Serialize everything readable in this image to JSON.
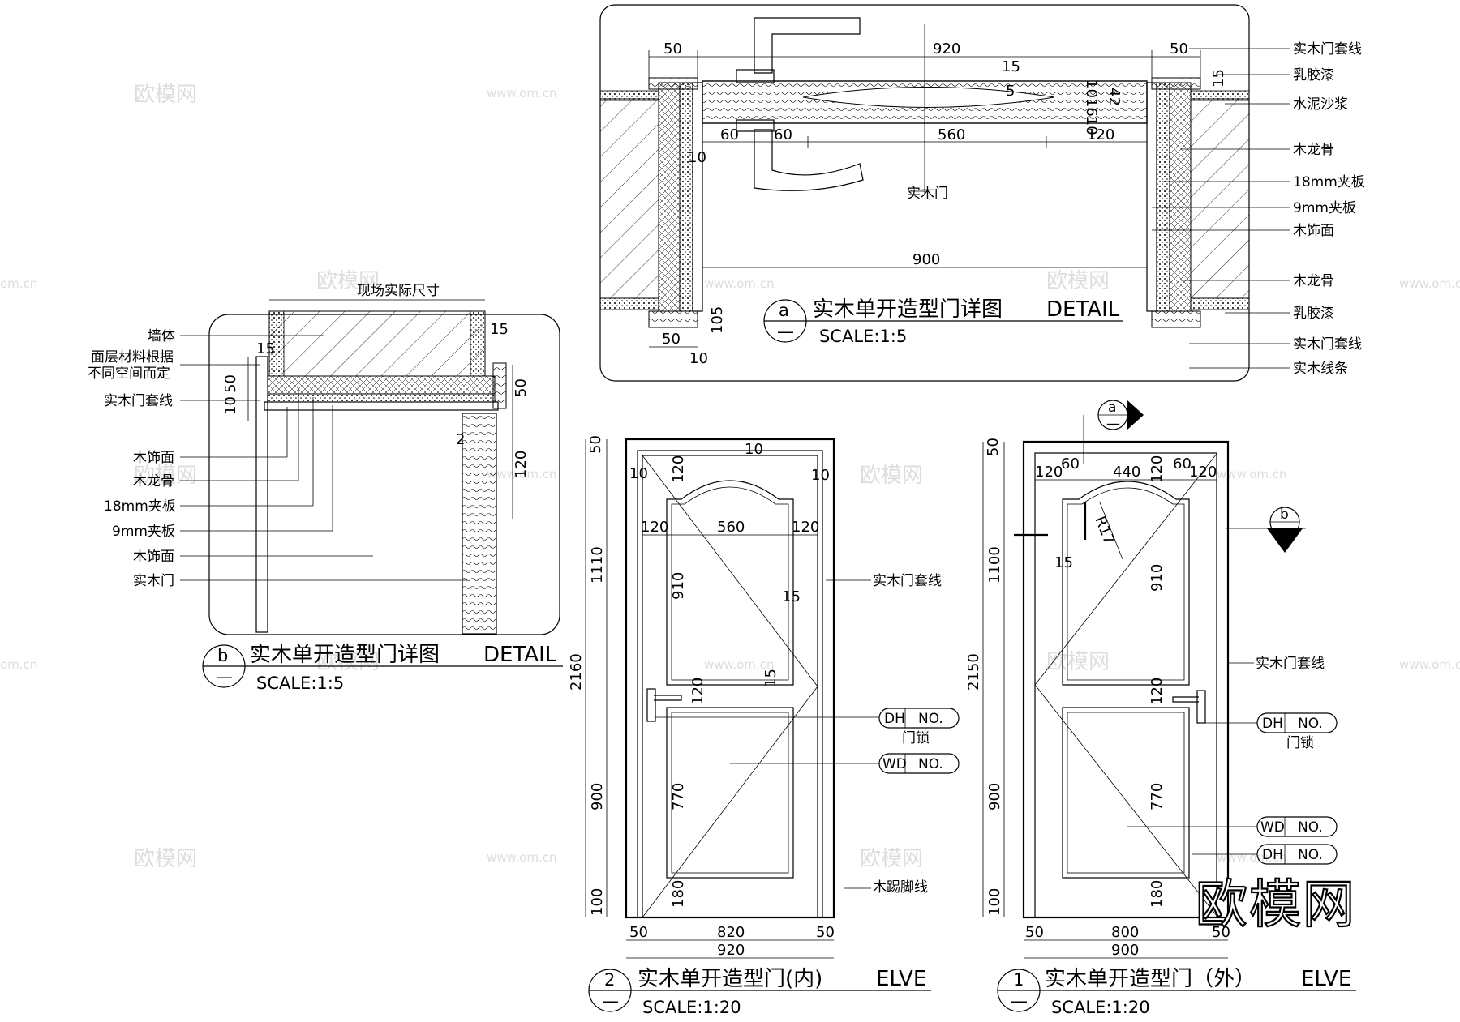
{
  "watermarks": {
    "brand": "欧模网",
    "url": "www.om.cn",
    "url2": "om.cn",
    "corner_logo": "欧模网"
  },
  "detail_a": {
    "marker": "a",
    "marker_sub": "—",
    "title": "实木单开造型门详图",
    "title_en": "DETAIL",
    "scale": "SCALE:1:5",
    "dims": {
      "d50l": "50",
      "d920": "920",
      "d50r": "50",
      "d15": "15",
      "d5": "5",
      "d101610": "101610",
      "d42": "42",
      "d60a": "60",
      "d60b": "60",
      "d560": "560",
      "d120": "120",
      "d10": "10",
      "d900": "900",
      "d50b": "50",
      "d10b": "10",
      "d105": "105",
      "d15r": "15"
    },
    "door_label": "实木门",
    "labels": [
      "实木门套线",
      "乳胶漆",
      "水泥沙浆",
      "木龙骨",
      "18mm夹板",
      "9mm夹板",
      "木饰面",
      "木龙骨",
      "乳胶漆",
      "实木门套线",
      "实木线条"
    ]
  },
  "detail_b": {
    "marker": "b",
    "marker_sub": "—",
    "title": "实木单开造型门详图",
    "title_en": "DETAIL",
    "scale": "SCALE:1:5",
    "top_note": "现场实际尺寸",
    "labels": [
      "墙体",
      "面层材料根据",
      "不同空间而定",
      "实木门套线",
      "木饰面",
      "木龙骨",
      "18mm夹板",
      "9mm夹板",
      "木饰面",
      "实木门"
    ],
    "dims": {
      "d15a": "15",
      "d15b": "15",
      "d50": "50",
      "d10": "10",
      "d50r": "50",
      "d120": "120",
      "d2": "2"
    }
  },
  "elev_2": {
    "marker": "2",
    "marker_sub": "—",
    "title": "实木单开造型门(内)",
    "title_en": "ELVE",
    "scale": "SCALE:1:20",
    "dims": {
      "d50t": "50",
      "d1110": "1110",
      "d2160": "2160",
      "d900": "900",
      "d100": "100",
      "d10l": "10",
      "d10t": "10",
      "d10r": "10",
      "d120t": "120",
      "d120a": "120",
      "d560": "560",
      "d120b": "120",
      "d910": "910",
      "d15a": "15",
      "d15b": "15",
      "d120m": "120",
      "d770": "770",
      "d180": "180",
      "d50l": "50",
      "d820": "820",
      "d50r": "50",
      "d920": "920"
    },
    "labels": {
      "frame": "实木门套线",
      "dh": "DH",
      "wd": "WD",
      "no": "NO.",
      "lock": "门锁",
      "skirting": "木踢脚线"
    }
  },
  "elev_1": {
    "marker": "1",
    "marker_sub": "—",
    "title": "实木单开造型门（外）",
    "title_en": "ELVE",
    "scale": "SCALE:1:20",
    "dims": {
      "d50t": "50",
      "d1100": "1100",
      "d2150": "2150",
      "d900": "900",
      "d100": "100",
      "d120l": "120",
      "d60l": "60",
      "d440": "440",
      "d120t": "120",
      "d60r": "60",
      "d120r": "120",
      "dR17": "R17",
      "d15": "15",
      "d910": "910",
      "d120m": "120",
      "d770": "770",
      "d180": "180",
      "d50l": "50",
      "d800": "800",
      "d50r": "50",
      "d900w": "900"
    },
    "labels": {
      "frame": "实木门套线",
      "dh": "DH",
      "wd": "WD",
      "no": "NO.",
      "lock": "门锁",
      "dh2": "DH",
      "ref_a": "a",
      "ref_b": "b",
      "ref_sub": "—"
    }
  }
}
